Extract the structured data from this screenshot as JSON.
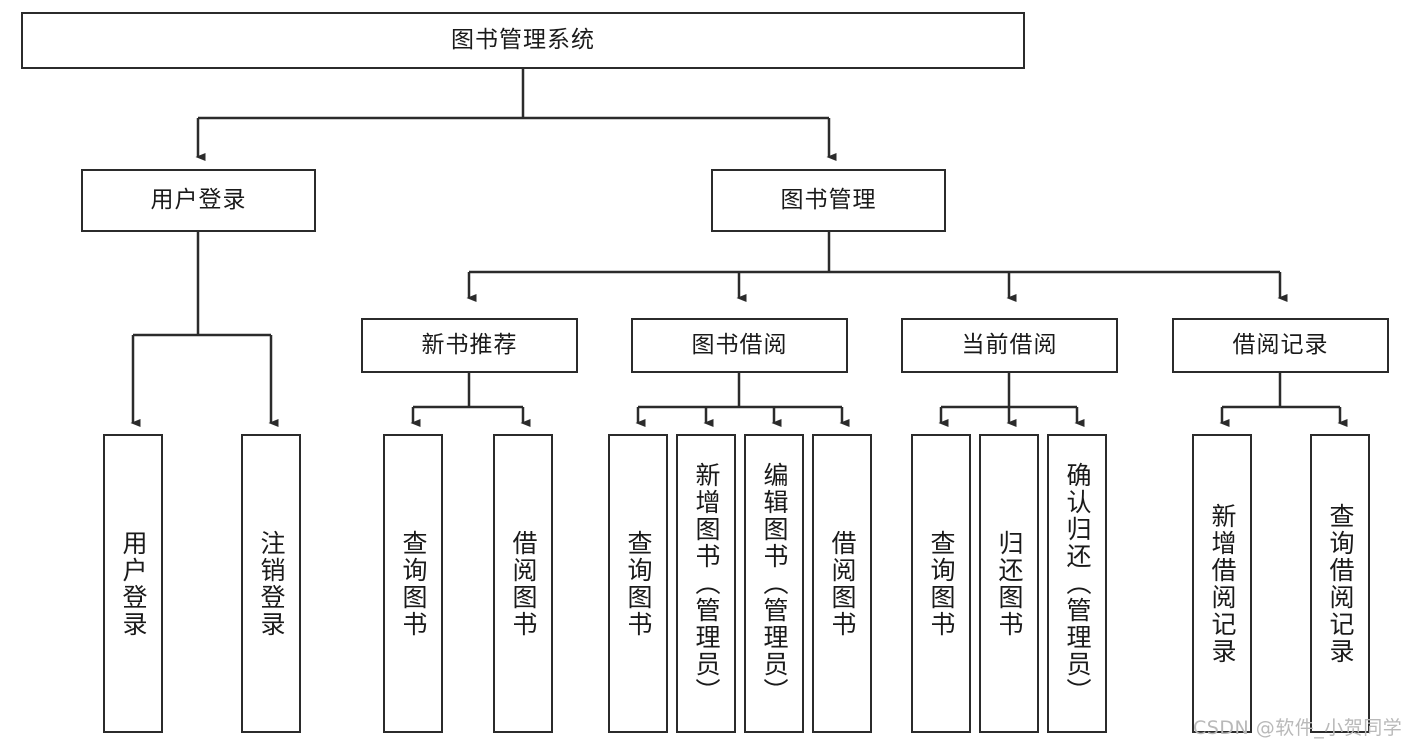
{
  "diagram": {
    "type": "tree-hierarchy-functional-decomposition",
    "title": "图书管理系统",
    "stroke_color": "#2b2b2b",
    "text_color": "#1a1a1a",
    "background": "#ffffff",
    "nodes": {
      "root": {
        "label": "图书管理系统",
        "level": 0,
        "orientation": "horizontal"
      },
      "user_login": {
        "label": "用户登录",
        "level": 1,
        "orientation": "horizontal"
      },
      "book_mgmt": {
        "label": "图书管理",
        "level": 1,
        "orientation": "horizontal"
      },
      "new_book_rec": {
        "label": "新书推荐",
        "level": 2,
        "orientation": "horizontal"
      },
      "book_borrow": {
        "label": "图书借阅",
        "level": 2,
        "orientation": "horizontal"
      },
      "current_borrow": {
        "label": "当前借阅",
        "level": 2,
        "orientation": "horizontal"
      },
      "borrow_record": {
        "label": "借阅记录",
        "level": 2,
        "orientation": "horizontal"
      },
      "leaf_user_login": {
        "label": "用户登录",
        "level": 2,
        "orientation": "vertical"
      },
      "leaf_logout": {
        "label": "注销登录",
        "level": 2,
        "orientation": "vertical"
      },
      "leaf_query_book_1": {
        "label": "查询图书",
        "level": 3,
        "orientation": "vertical"
      },
      "leaf_borrow_book_1": {
        "label": "借阅图书",
        "level": 3,
        "orientation": "vertical"
      },
      "leaf_query_book_2": {
        "label": "查询图书",
        "level": 3,
        "orientation": "vertical"
      },
      "leaf_add_book": {
        "label": "新增图书（管理员）",
        "level": 3,
        "orientation": "vertical"
      },
      "leaf_edit_book": {
        "label": "编辑图书（管理员）",
        "level": 3,
        "orientation": "vertical"
      },
      "leaf_borrow_book_2": {
        "label": "借阅图书",
        "level": 3,
        "orientation": "vertical"
      },
      "leaf_query_book_3": {
        "label": "查询图书",
        "level": 3,
        "orientation": "vertical"
      },
      "leaf_return_book": {
        "label": "归还图书",
        "level": 3,
        "orientation": "vertical"
      },
      "leaf_confirm_return": {
        "label": "确认归还（管理员）",
        "level": 3,
        "orientation": "vertical"
      },
      "leaf_add_record": {
        "label": "新增借阅记录",
        "level": 3,
        "orientation": "vertical"
      },
      "leaf_query_record": {
        "label": "查询借阅记录",
        "level": 3,
        "orientation": "vertical"
      }
    },
    "edges": [
      {
        "from": "root",
        "to": "user_login"
      },
      {
        "from": "root",
        "to": "book_mgmt"
      },
      {
        "from": "user_login",
        "to": "leaf_user_login"
      },
      {
        "from": "user_login",
        "to": "leaf_logout"
      },
      {
        "from": "book_mgmt",
        "to": "new_book_rec"
      },
      {
        "from": "book_mgmt",
        "to": "book_borrow"
      },
      {
        "from": "book_mgmt",
        "to": "current_borrow"
      },
      {
        "from": "book_mgmt",
        "to": "borrow_record"
      },
      {
        "from": "new_book_rec",
        "to": "leaf_query_book_1"
      },
      {
        "from": "new_book_rec",
        "to": "leaf_borrow_book_1"
      },
      {
        "from": "book_borrow",
        "to": "leaf_query_book_2"
      },
      {
        "from": "book_borrow",
        "to": "leaf_add_book"
      },
      {
        "from": "book_borrow",
        "to": "leaf_edit_book"
      },
      {
        "from": "book_borrow",
        "to": "leaf_borrow_book_2"
      },
      {
        "from": "current_borrow",
        "to": "leaf_query_book_3"
      },
      {
        "from": "current_borrow",
        "to": "leaf_return_book"
      },
      {
        "from": "current_borrow",
        "to": "leaf_confirm_return"
      },
      {
        "from": "borrow_record",
        "to": "leaf_add_record"
      },
      {
        "from": "borrow_record",
        "to": "leaf_query_record"
      }
    ]
  },
  "watermark": {
    "text": "CSDN @软件_小贺同学",
    "color": "#b9b9b9"
  }
}
